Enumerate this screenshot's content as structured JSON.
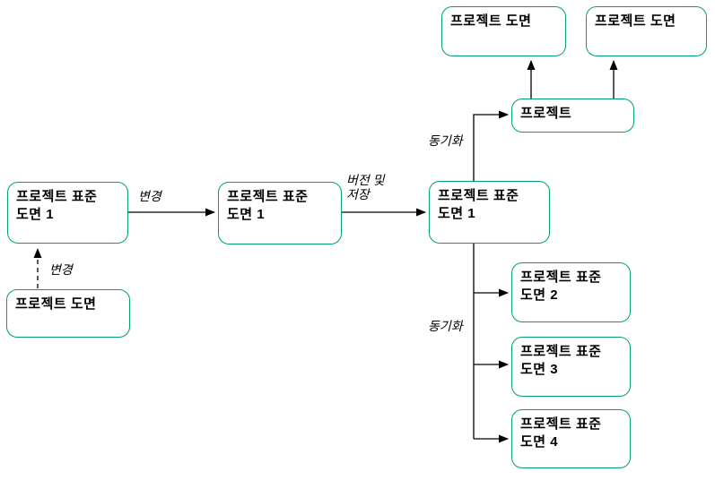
{
  "diagram": {
    "colors": {
      "box_border": "#00a266",
      "connector": "#000000",
      "text": "#000000",
      "background": "#ffffff"
    },
    "boxes": {
      "project_drawing_top_a": "프로젝트 도면",
      "project_drawing_top_b": "프로젝트 도면",
      "project": "프로젝트",
      "project_std_drawing_1_left": "프로젝트 표준\n도면 1",
      "project_std_drawing_1_center": "프로젝트 표준\n도면 1",
      "project_std_drawing_1_right": "프로젝트 표준\n도면 1",
      "project_drawing_bottom_left": "프로젝트 도면",
      "project_std_drawing_2": "프로젝트 표준\n도면 2",
      "project_std_drawing_3": "프로젝트 표준\n도면 3",
      "project_std_drawing_4": "프로젝트 표준\n도면 4"
    },
    "edge_labels": {
      "change_1": "변경",
      "change_2": "변경",
      "version_and_save": "버전 및\n저장",
      "sync_up": "동기화",
      "sync_down": "동기화"
    },
    "edges": [
      {
        "from": "project_drawing_bottom_left",
        "to": "project_std_drawing_1_left",
        "label": "변경",
        "style": "dashed"
      },
      {
        "from": "project_std_drawing_1_left",
        "to": "project_std_drawing_1_center",
        "label": "변경",
        "style": "solid"
      },
      {
        "from": "project_std_drawing_1_center",
        "to": "project_std_drawing_1_right",
        "label": "버전 및 저장",
        "style": "solid"
      },
      {
        "from": "project_std_drawing_1_right",
        "to": "project",
        "label": "동기화",
        "style": "solid"
      },
      {
        "from": "project",
        "to": "project_drawing_top_a",
        "label": "",
        "style": "solid"
      },
      {
        "from": "project",
        "to": "project_drawing_top_b",
        "label": "",
        "style": "solid"
      },
      {
        "from": "project_std_drawing_1_right",
        "to": "project_std_drawing_2",
        "label": "동기화",
        "style": "solid"
      },
      {
        "from": "project_std_drawing_1_right",
        "to": "project_std_drawing_3",
        "label": "동기화",
        "style": "solid"
      },
      {
        "from": "project_std_drawing_1_right",
        "to": "project_std_drawing_4",
        "label": "동기화",
        "style": "solid"
      }
    ]
  }
}
